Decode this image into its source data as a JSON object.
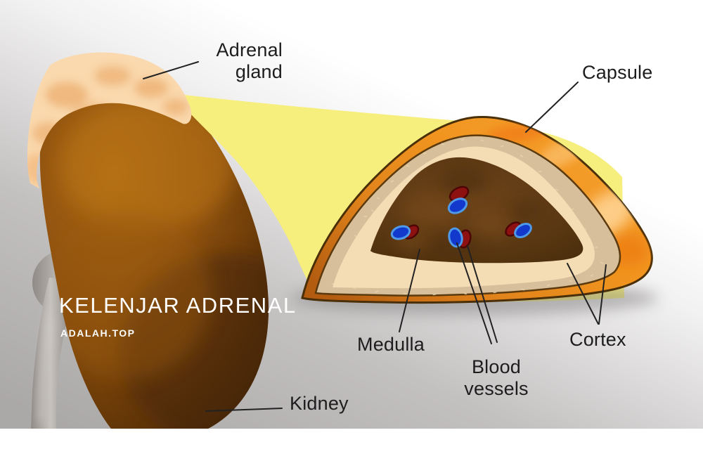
{
  "watermark": {
    "title": "KELENJAR ADRENAL",
    "site": "ADALAH.TOP"
  },
  "labels": {
    "adrenal_gland": {
      "line1": "Adrenal",
      "line2": "gland"
    },
    "capsule": {
      "text": "Capsule"
    },
    "medulla": {
      "text": "Medulla"
    },
    "blood_vessels": {
      "line1": "Blood",
      "line2": "vessels"
    },
    "cortex": {
      "text": "Cortex"
    },
    "kidney": {
      "text": "Kidney"
    }
  },
  "colors": {
    "capsule_orange": "#F0931F",
    "cortex_outer_tan": "#D8BF9B",
    "cortex_inner_cream": "#F4DCB4",
    "medulla_brown": "#5E3A13",
    "vessel_blue": "#1238CC",
    "vessel_red": "#8E1111",
    "beam_yellow": "#F6EE7D",
    "kidney_brown": "#8A4E0C",
    "outline_brown": "#4A2F08",
    "label_text": "#1D1D1D",
    "watermark_white": "#FFFFFF"
  }
}
